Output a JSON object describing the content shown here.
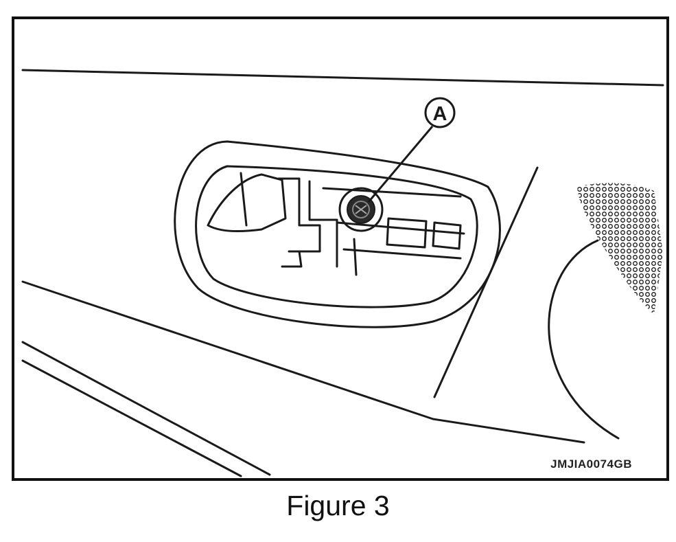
{
  "figure": {
    "callout_label": "A",
    "drawing_id": "JMJIA0074GB",
    "caption": "Figure 3"
  },
  "colors": {
    "line": "#1a1a1a",
    "background": "#ffffff"
  }
}
